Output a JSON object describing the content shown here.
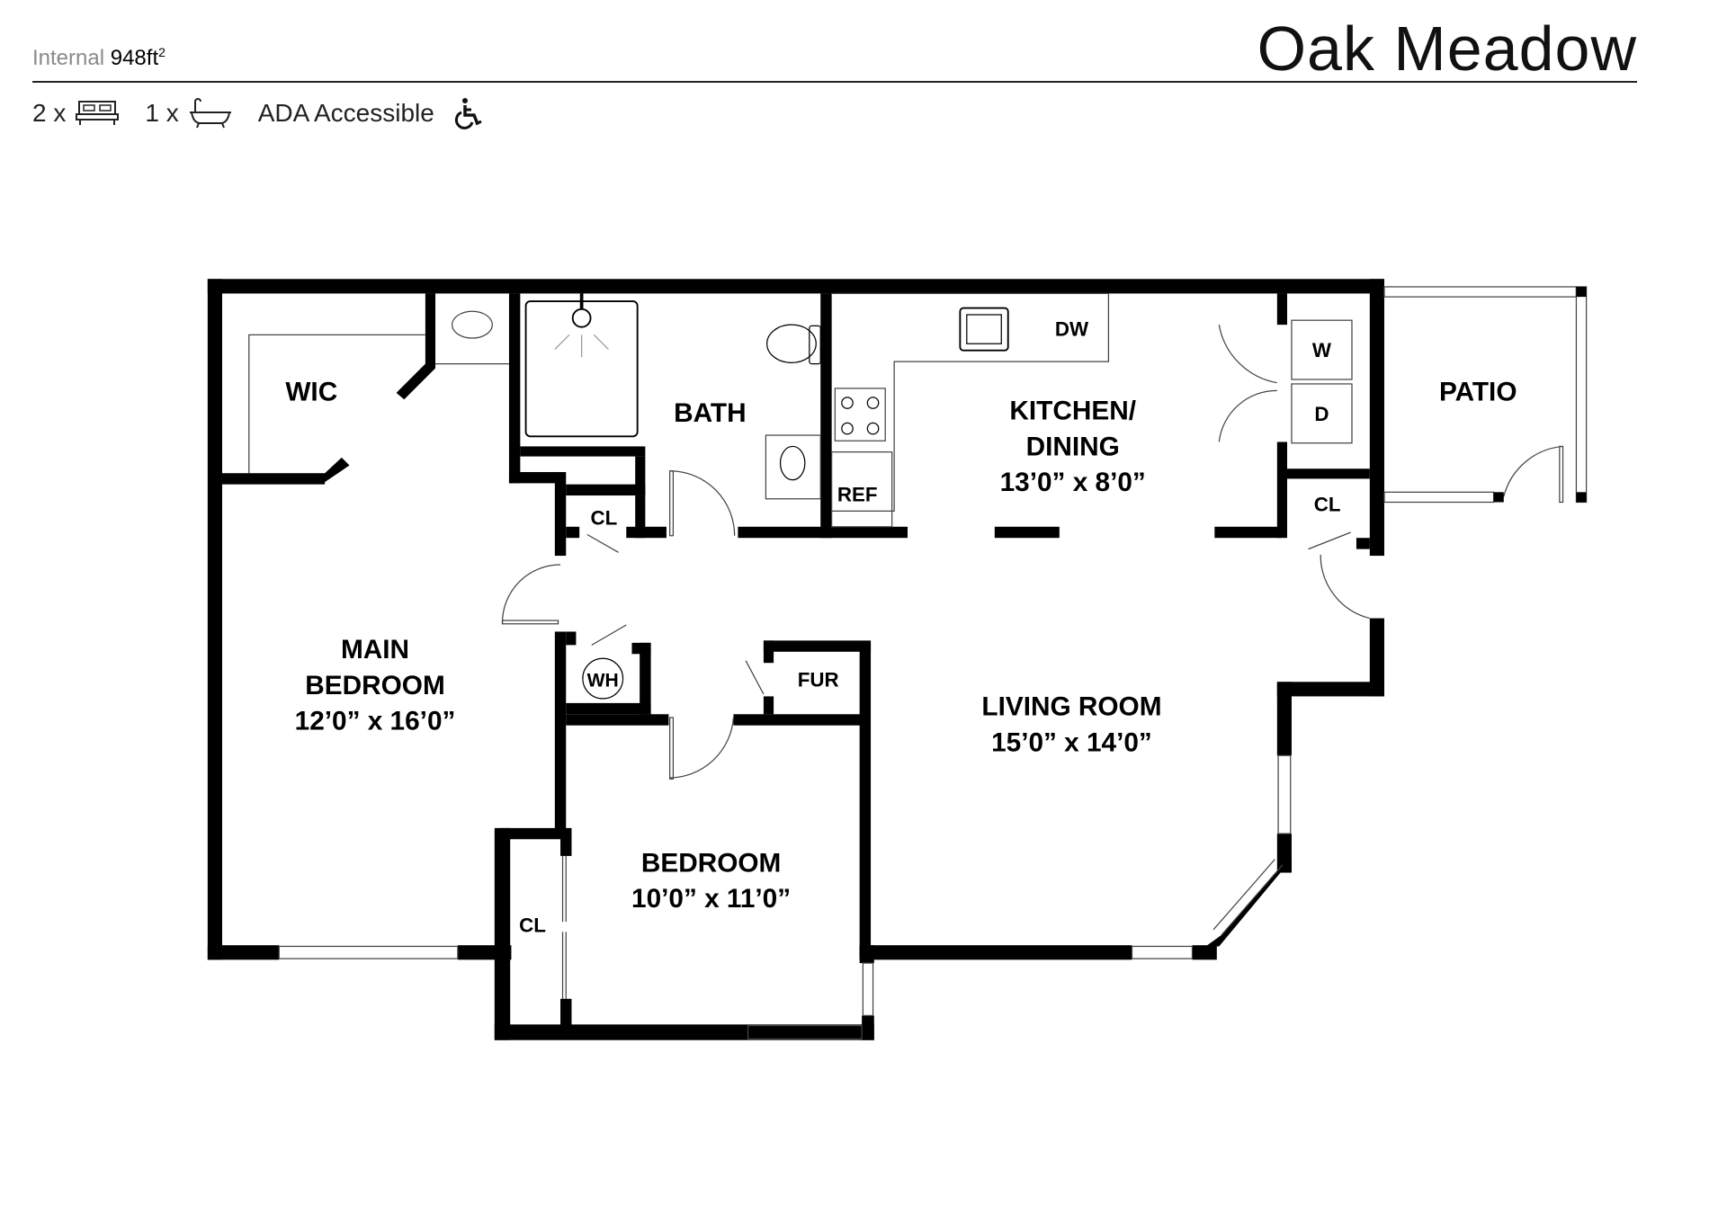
{
  "header": {
    "internal_label": "Internal",
    "internal_area": "948ft",
    "internal_area_unit_sup": "2",
    "title": "Oak Meadow"
  },
  "features": {
    "bedrooms_count": "2 x",
    "bedroom_icon": "bed-icon",
    "bathrooms_count": "1 x",
    "bathroom_icon": "bathtub-icon",
    "accessibility_label": "ADA Accessible",
    "accessibility_icon": "wheelchair-icon"
  },
  "rooms": {
    "wic": {
      "name": "WIC"
    },
    "bath": {
      "name": "BATH"
    },
    "kitchen": {
      "name_line1": "KITCHEN/",
      "name_line2": "DINING",
      "dims": "13’0” x 8’0”"
    },
    "patio": {
      "name": "PATIO"
    },
    "main_bedroom": {
      "name_line1": "MAIN",
      "name_line2": "BEDROOM",
      "dims": "12’0” x 16’0”"
    },
    "living_room": {
      "name": "LIVING ROOM",
      "dims": "15’0” x 14’0”"
    },
    "bedroom": {
      "name": "BEDROOM",
      "dims": "10’0” x 11’0”"
    },
    "closet_hall": {
      "name": "CL"
    },
    "closet_laundry": {
      "name": "CL"
    },
    "closet_bedroom": {
      "name": "CL"
    },
    "water_heater": {
      "name": "WH"
    },
    "furnace": {
      "name": "FUR"
    }
  },
  "fixtures": {
    "dishwasher": "DW",
    "refrigerator": "REF",
    "washer": "W",
    "dryer": "D"
  },
  "colors": {
    "wall": "#000000",
    "thin_line": "#555555",
    "background": "#ffffff",
    "label_gray": "#8a8a8a"
  }
}
